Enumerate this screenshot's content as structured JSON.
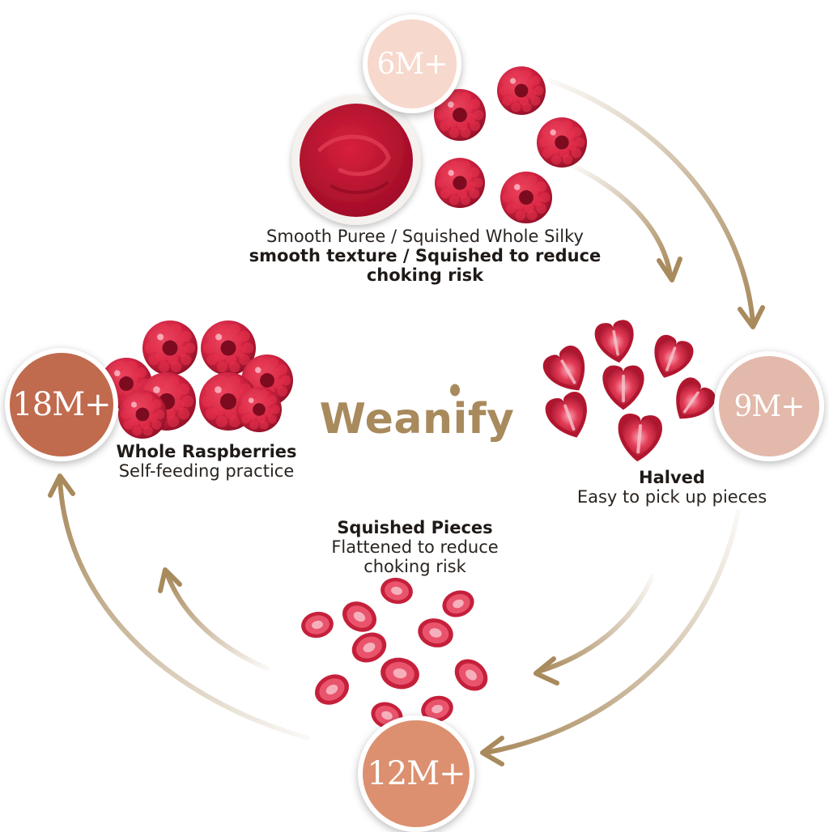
{
  "brand": {
    "name": "Weanify",
    "color": "#a88a5c"
  },
  "colors": {
    "arrow": "#a88a5c",
    "berry": "#c9213d",
    "berry_dark": "#8f1024",
    "puree": "#b8102d",
    "bowl": "#f4f1ef"
  },
  "stages": [
    {
      "age": "6M+",
      "badge_color": "#f7d8cc",
      "badge_text_color": "#ffffff",
      "text_normal_1": "Smooth Puree / Squished Whole  Silky",
      "text_bold_2": "smooth texture / Squished to reduce",
      "text_bold_3": "choking risk",
      "illustration": "bowl-of-puree-and-whole-raspberries"
    },
    {
      "age": "9M+",
      "badge_color": "#e2b9aa",
      "badge_text_color": "#ffffff",
      "title": "Halved",
      "description": "Easy to pick up pieces",
      "illustration": "halved-raspberries"
    },
    {
      "age": "12M+",
      "badge_color": "#dc9070",
      "badge_text_color": "#ffffff",
      "title": "Squished Pieces",
      "description_line_1": "Flattened to reduce",
      "description_line_2": "choking risk",
      "illustration": "squished-raspberry-pieces"
    },
    {
      "age": "18M+",
      "badge_color": "#c06a4e",
      "badge_text_color": "#ffffff",
      "title": "Whole Raspberries",
      "description": "Self-feeding practice",
      "illustration": "pile-of-whole-raspberries"
    }
  ]
}
